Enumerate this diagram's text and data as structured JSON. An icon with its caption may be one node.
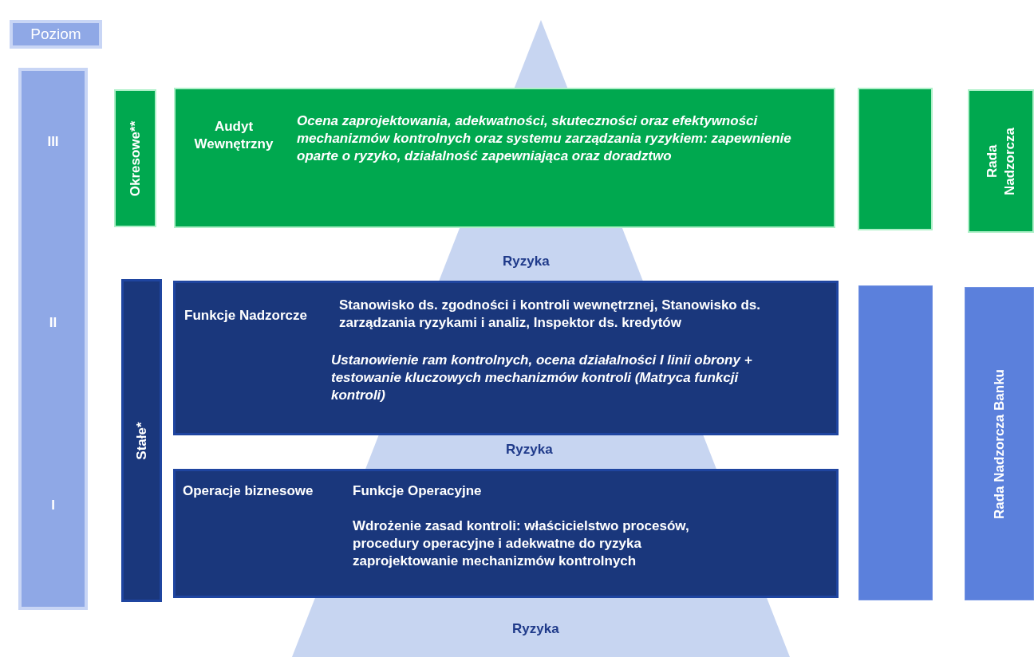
{
  "diagram": {
    "nodes": [
      {
        "text": [
          "Poziom"
        ]
      },
      {
        "text": [
          "III",
          "II",
          "I"
        ]
      },
      {
        "text": [
          "Okresowe**"
        ]
      },
      {
        "text": [
          "Audyt Wewnętrzny",
          "Ocena zaprojektowania, adekwatności, skuteczności oraz efektywności mechanizmów  kontrolnych oraz systemu zarządzania ryzykiem: zapewnienie oparte o ryzyko, działalność zapewniająca oraz doradztwo"
        ]
      },
      {
        "text": [
          "Stałe*"
        ]
      },
      {
        "text": [
          "Funkcje Nadzorcze",
          "Stanowisko ds. zgodności i kontroli wewnętrznej, Stanowisko ds. zarządzania ryzykami i analiz, Inspektor ds. kredytów",
          "Ustanowienie ram kontrolnych, ocena działalności I linii obrony + testowanie kluczowych mechanizmów kontroli (Matryca funkcji kontroli)"
        ]
      },
      {
        "text": [
          "Operacje biznesowe",
          "Funkcje Operacyjne",
          "Wdrożenie zasad kontroli: właścicielstwo procesów, procedury operacyjne i adekwatne do ryzyka zaprojektowanie mechanizmów kontrolnych"
        ]
      },
      {
        "text": [],
        "shape": "box"
      },
      {
        "text": [
          "Rada Nadzorcza"
        ]
      },
      {
        "text": [],
        "shape": "box"
      },
      {
        "text": [
          "Rada Nadzorcza Banku"
        ]
      }
    ],
    "labels": [
      "Ryzyka",
      "Ryzyka",
      "Ryzyka"
    ]
  }
}
